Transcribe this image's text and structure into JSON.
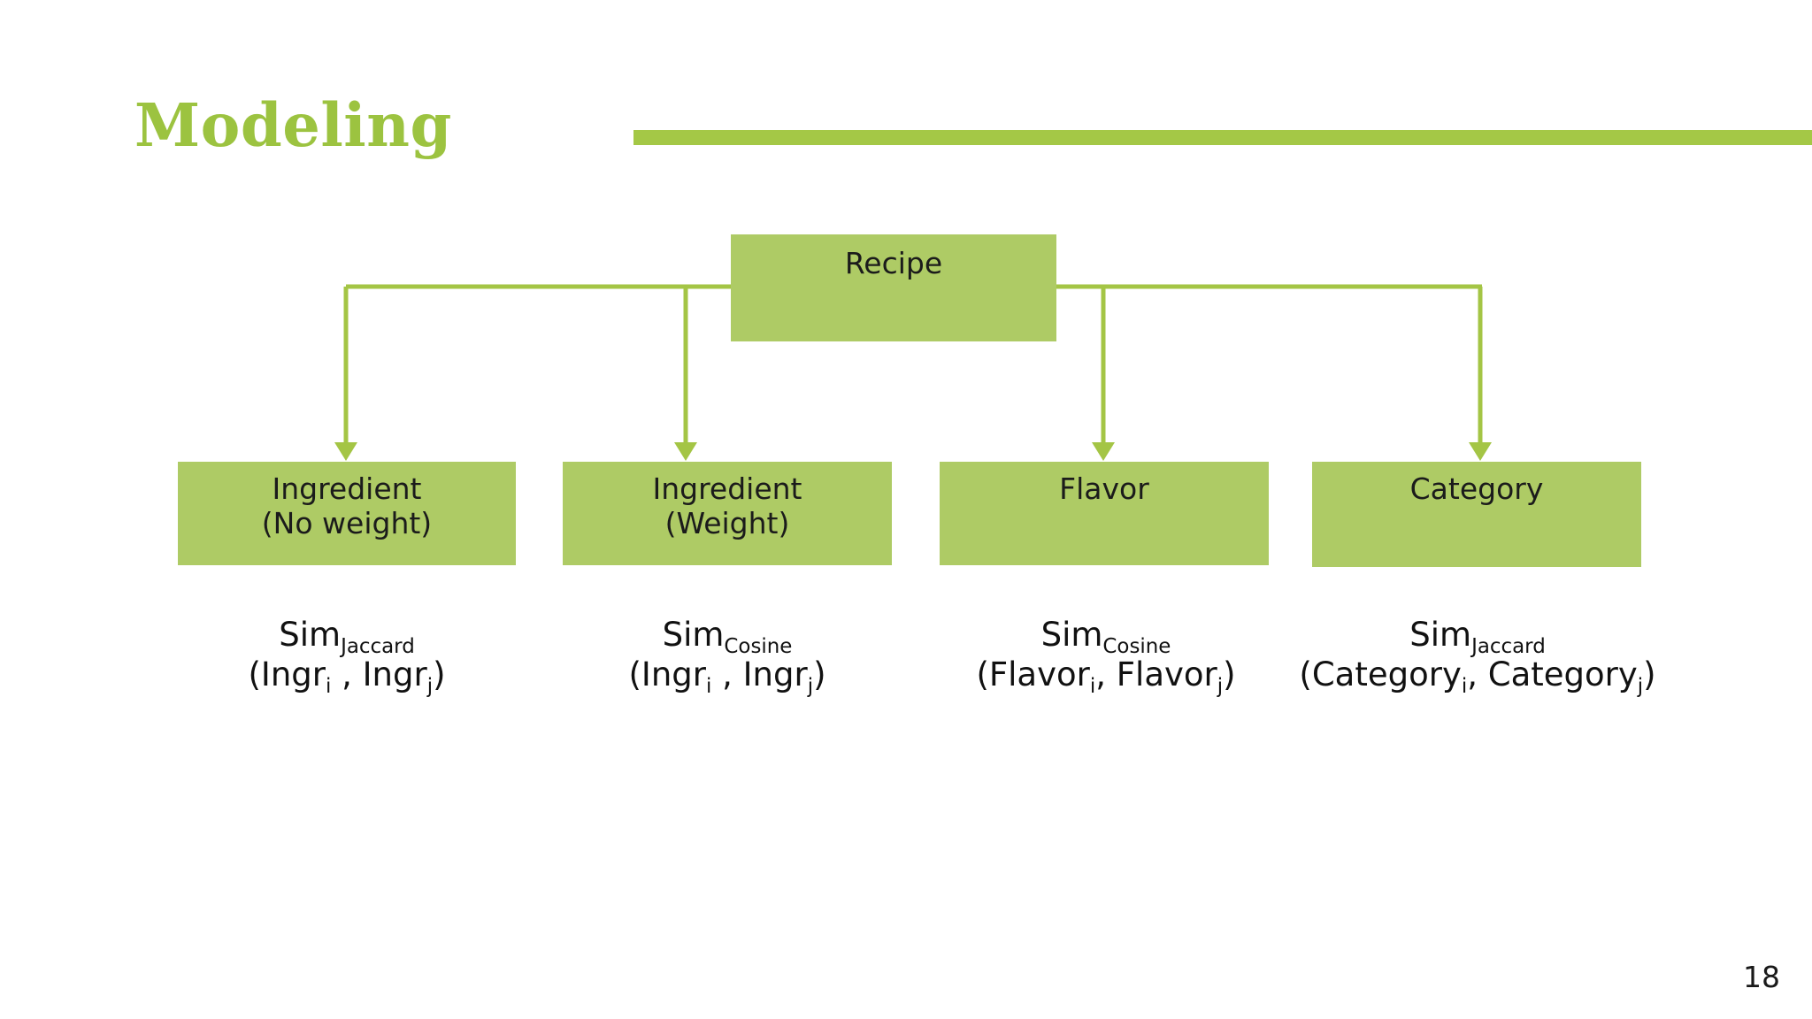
{
  "slide": {
    "title": "Modeling",
    "accent_color": "#9CC340",
    "rule_color": "#A4C846",
    "box_fill_color": "#AECB65",
    "connector_color": "#A4C545",
    "page_number": "18"
  },
  "diagram": {
    "type": "tree",
    "root": {
      "label": "Recipe"
    },
    "leaves": [
      {
        "label": "Ingredient\n(No weight)",
        "formula": {
          "metric": "Sim",
          "metric_sub": "Jaccard",
          "args_open": "(Ingr",
          "arg1_sub": "i",
          "separator": " , Ingr",
          "arg2_sub": "j",
          "args_close": ")"
        }
      },
      {
        "label": "Ingredient\n(Weight)",
        "formula": {
          "metric": "Sim",
          "metric_sub": "Cosine",
          "args_open": "(Ingr",
          "arg1_sub": "i",
          "separator": " , Ingr",
          "arg2_sub": "j",
          "args_close": ")"
        }
      },
      {
        "label": "Flavor",
        "formula": {
          "metric": "Sim",
          "metric_sub": "Cosine",
          "args_open": "(Flavor",
          "arg1_sub": "i",
          "separator": ", Flavor",
          "arg2_sub": "j",
          "args_close": ")"
        }
      },
      {
        "label": "Category",
        "formula": {
          "metric": "Sim",
          "metric_sub": "Jaccard",
          "args_open": "(Category",
          "arg1_sub": "i",
          "separator": ", Category",
          "arg2_sub": "j",
          "args_close": ")"
        }
      }
    ]
  }
}
